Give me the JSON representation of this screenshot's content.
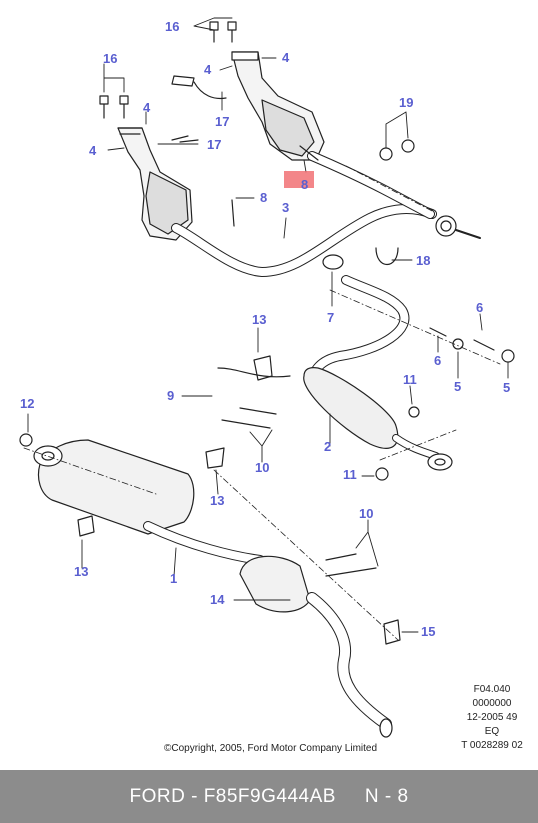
{
  "diagram": {
    "callouts": [
      {
        "id": "c16a",
        "label": "16"
      },
      {
        "id": "c4a",
        "label": "4"
      },
      {
        "id": "c4b",
        "label": "4"
      },
      {
        "id": "c17a",
        "label": "17"
      },
      {
        "id": "c16b",
        "label": "16"
      },
      {
        "id": "c4c",
        "label": "4"
      },
      {
        "id": "c4d",
        "label": "4"
      },
      {
        "id": "c17b",
        "label": "17"
      },
      {
        "id": "c19",
        "label": "19"
      },
      {
        "id": "c8a",
        "label": "8"
      },
      {
        "id": "c8b",
        "label": "8"
      },
      {
        "id": "c3",
        "label": "3"
      },
      {
        "id": "c18",
        "label": "18"
      },
      {
        "id": "c7",
        "label": "7"
      },
      {
        "id": "c6a",
        "label": "6"
      },
      {
        "id": "c13a",
        "label": "13"
      },
      {
        "id": "c6b",
        "label": "6"
      },
      {
        "id": "c5a",
        "label": "5"
      },
      {
        "id": "c5b",
        "label": "5"
      },
      {
        "id": "c9",
        "label": "9"
      },
      {
        "id": "c11a",
        "label": "11"
      },
      {
        "id": "c12",
        "label": "12"
      },
      {
        "id": "c2",
        "label": "2"
      },
      {
        "id": "c10a",
        "label": "10"
      },
      {
        "id": "c11b",
        "label": "11"
      },
      {
        "id": "c13b",
        "label": "13"
      },
      {
        "id": "c10b",
        "label": "10"
      },
      {
        "id": "c13c",
        "label": "13"
      },
      {
        "id": "c1",
        "label": "1"
      },
      {
        "id": "c14",
        "label": "14"
      },
      {
        "id": "c15",
        "label": "15"
      }
    ],
    "highlight_label": "8"
  },
  "reference": {
    "lines": [
      "F04.040",
      "0000000",
      "12-2005 49",
      "EQ",
      "T 0028289 02"
    ]
  },
  "copyright": "©Copyright, 2005, Ford Motor Company Limited",
  "footer": {
    "brand": "FORD",
    "separator": " - ",
    "part_number": "F85F9G444AB",
    "page": "N - 8"
  },
  "colors": {
    "callout": "#5a5fd0",
    "highlight": "#f0686c",
    "footer_bg": "#8c8c8c",
    "line": "#222222"
  }
}
